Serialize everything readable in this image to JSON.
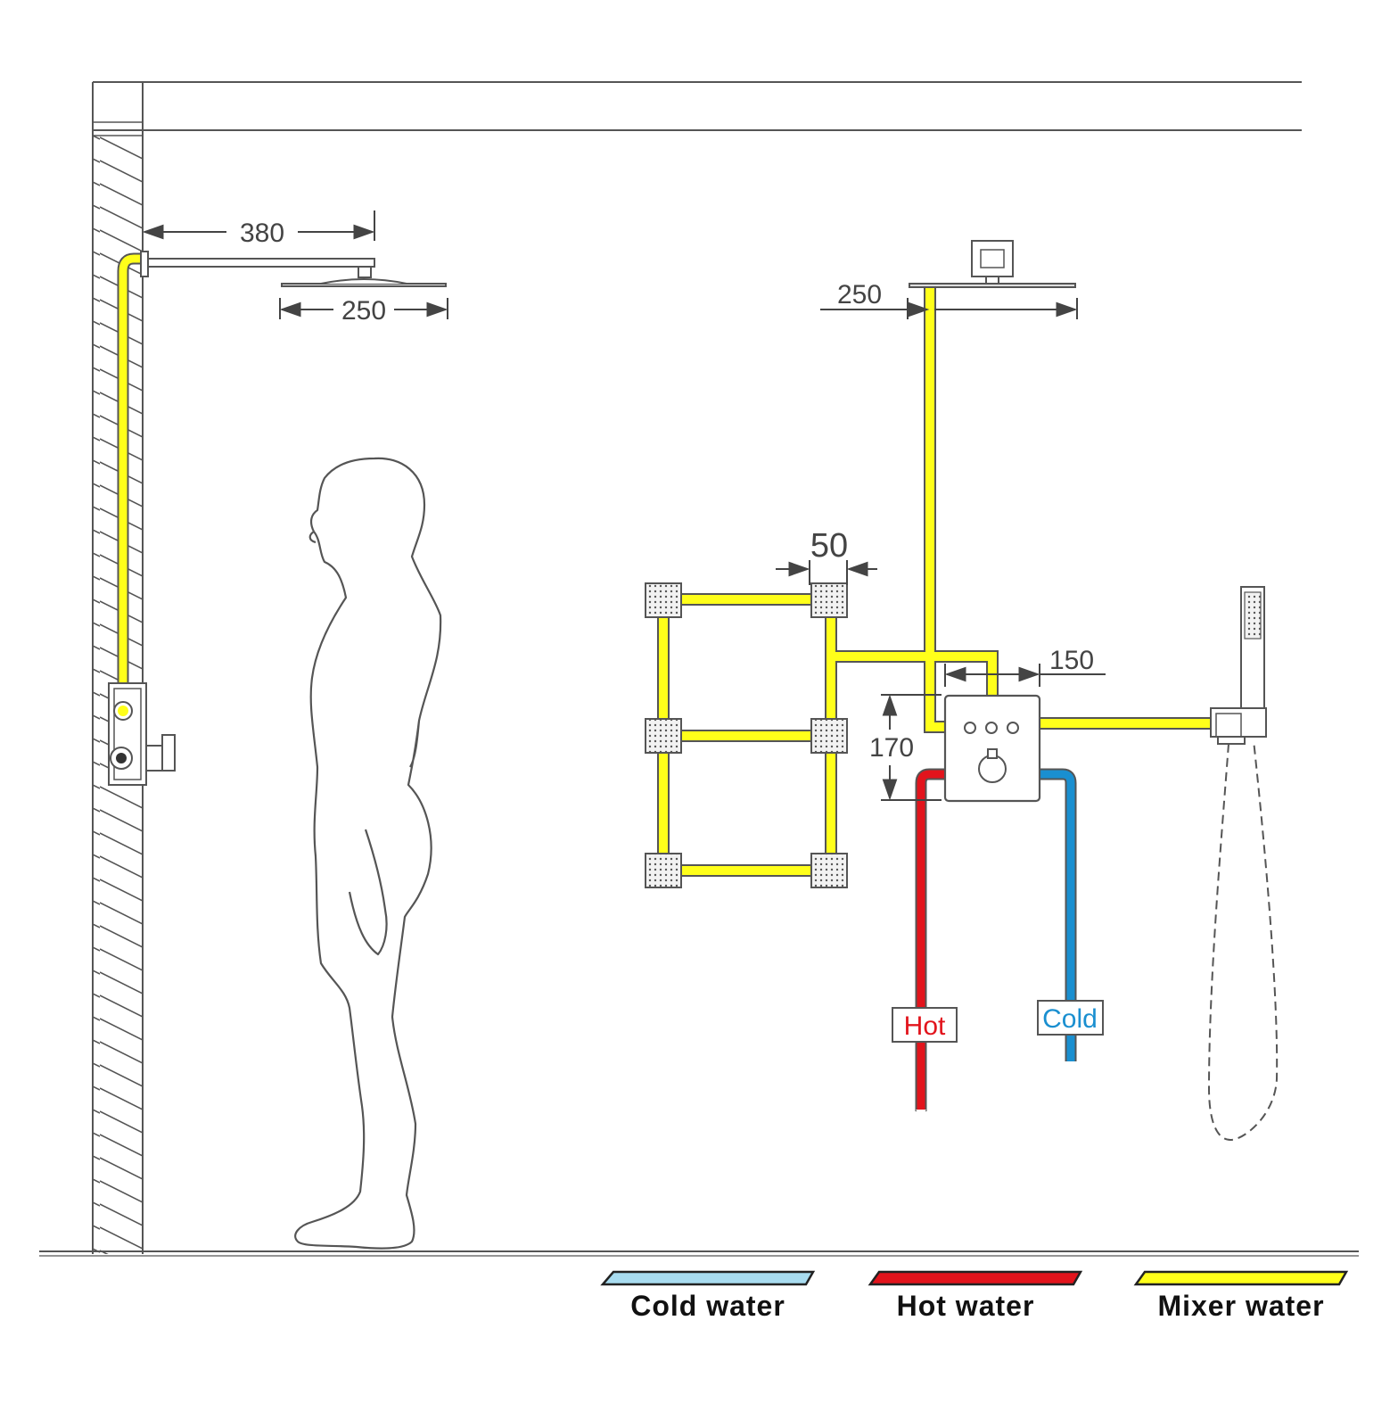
{
  "dimensions": {
    "arm_length": "380",
    "left_head_width": "250",
    "right_head_width": "250",
    "body_jet_spacing": "50",
    "valve_offset": "150",
    "valve_height": "170"
  },
  "pipe_labels": {
    "hot": "Hot",
    "cold": "Cold"
  },
  "legend": [
    {
      "label": "Cold water",
      "color": "#a8dcf0"
    },
    {
      "label": "Hot water",
      "color": "#e2141c"
    },
    {
      "label": "Mixer water",
      "color": "#ffff1a"
    }
  ],
  "colors": {
    "mixer": "#ffff1a",
    "hot": "#e2141c",
    "cold": "#1a8fd0",
    "cold_legend": "#a8dcf0",
    "outline": "#555555"
  }
}
